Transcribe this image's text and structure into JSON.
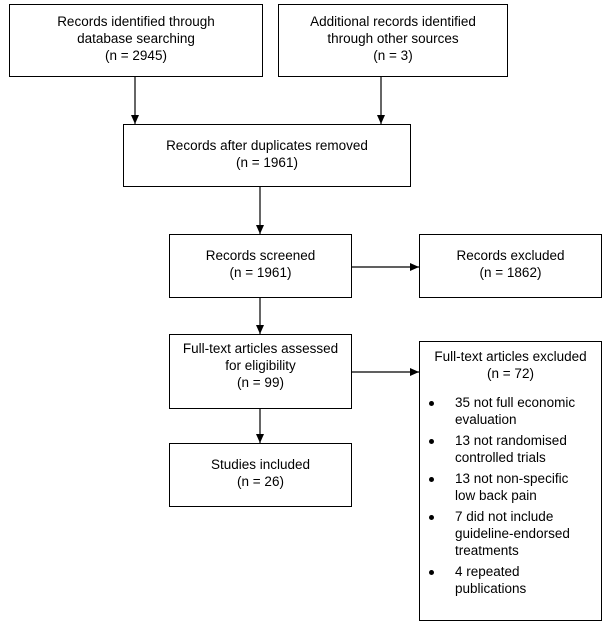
{
  "boxes": {
    "database": {
      "lines": [
        "Records identified through",
        "database searching",
        "(n = 2945)"
      ]
    },
    "other_sources": {
      "lines": [
        "Additional records identified",
        "through other sources",
        "(n = 3)"
      ]
    },
    "duplicates_removed": {
      "lines": [
        "Records after duplicates removed",
        "(n = 1961)"
      ]
    },
    "screened": {
      "lines": [
        "Records screened",
        "(n = 1961)"
      ]
    },
    "excluded": {
      "lines": [
        "Records excluded",
        "(n = 1862)"
      ]
    },
    "full_text_assessed": {
      "lines": [
        "Full-text articles assessed",
        "for eligibility",
        "(n = 99)"
      ]
    },
    "full_text_excluded": {
      "lines": [
        "Full-text articles excluded",
        "(n = 72)"
      ],
      "reasons": [
        [
          "35 not full economic",
          "evaluation"
        ],
        [
          "13 not randomised",
          "controlled trials"
        ],
        [
          "13 not non-specific",
          "low back pain"
        ],
        [
          "7 did not include",
          "guideline-endorsed",
          "treatments"
        ],
        [
          "4 repeated",
          "publications"
        ]
      ]
    },
    "included": {
      "lines": [
        "Studies included",
        "(n = 26)"
      ]
    }
  }
}
